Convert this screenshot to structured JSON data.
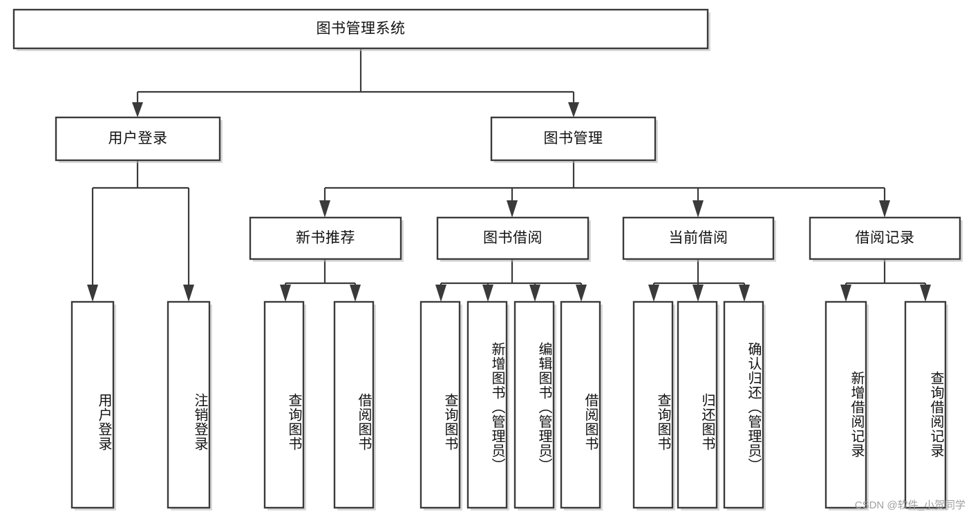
{
  "diagram": {
    "type": "tree-hierarchy",
    "title": "图书管理系统",
    "watermark": "CSDN @软件_小贺同学",
    "colors": {
      "box_stroke": "#3a3a3a",
      "box_fill": "#ffffff",
      "text": "#111111",
      "watermark": "#a0a0a0",
      "background": "#ffffff"
    },
    "nodes": {
      "root": {
        "label": "图书管理系统",
        "level": 1,
        "orientation": "horizontal"
      },
      "user_login": {
        "label": "用户登录",
        "level": 2,
        "orientation": "horizontal"
      },
      "book_manage": {
        "label": "图书管理",
        "level": 2,
        "orientation": "horizontal"
      },
      "new_book_rec": {
        "label": "新书推荐",
        "level": 3,
        "orientation": "horizontal"
      },
      "book_borrow": {
        "label": "图书借阅",
        "level": 3,
        "orientation": "horizontal"
      },
      "current_borrow": {
        "label": "当前借阅",
        "level": 3,
        "orientation": "horizontal"
      },
      "borrow_record": {
        "label": "借阅记录",
        "level": 3,
        "orientation": "horizontal"
      },
      "leaf_user_login": {
        "label": "用户登录",
        "level": 4,
        "orientation": "vertical"
      },
      "leaf_logout": {
        "label": "注销登录",
        "level": 4,
        "orientation": "vertical"
      },
      "leaf_query_book_1": {
        "label": "查询图书",
        "level": 4,
        "orientation": "vertical"
      },
      "leaf_borrow_book_1": {
        "label": "借阅图书",
        "level": 4,
        "orientation": "vertical"
      },
      "leaf_query_book_2": {
        "label": "查询图书",
        "level": 4,
        "orientation": "vertical"
      },
      "leaf_add_book": {
        "label": "新增图书（管理员）",
        "level": 4,
        "orientation": "vertical"
      },
      "leaf_edit_book": {
        "label": "编辑图书（管理员）",
        "level": 4,
        "orientation": "vertical"
      },
      "leaf_borrow_book_2": {
        "label": "借阅图书",
        "level": 4,
        "orientation": "vertical"
      },
      "leaf_query_book_3": {
        "label": "查询图书",
        "level": 4,
        "orientation": "vertical"
      },
      "leaf_return_book": {
        "label": "归还图书",
        "level": 4,
        "orientation": "vertical"
      },
      "leaf_confirm_return": {
        "label": "确认归还（管理员）",
        "level": 4,
        "orientation": "vertical"
      },
      "leaf_add_record": {
        "label": "新增借阅记录",
        "level": 4,
        "orientation": "vertical"
      },
      "leaf_query_record": {
        "label": "查询借阅记录",
        "level": 4,
        "orientation": "vertical"
      }
    },
    "edges": [
      {
        "from": "root",
        "to": "user_login"
      },
      {
        "from": "root",
        "to": "book_manage"
      },
      {
        "from": "book_manage",
        "to": "new_book_rec"
      },
      {
        "from": "book_manage",
        "to": "book_borrow"
      },
      {
        "from": "book_manage",
        "to": "current_borrow"
      },
      {
        "from": "book_manage",
        "to": "borrow_record"
      },
      {
        "from": "user_login",
        "to": "leaf_user_login"
      },
      {
        "from": "user_login",
        "to": "leaf_logout"
      },
      {
        "from": "new_book_rec",
        "to": "leaf_query_book_1"
      },
      {
        "from": "new_book_rec",
        "to": "leaf_borrow_book_1"
      },
      {
        "from": "book_borrow",
        "to": "leaf_query_book_2"
      },
      {
        "from": "book_borrow",
        "to": "leaf_add_book"
      },
      {
        "from": "book_borrow",
        "to": "leaf_edit_book"
      },
      {
        "from": "book_borrow",
        "to": "leaf_borrow_book_2"
      },
      {
        "from": "current_borrow",
        "to": "leaf_query_book_3"
      },
      {
        "from": "current_borrow",
        "to": "leaf_return_book"
      },
      {
        "from": "current_borrow",
        "to": "leaf_confirm_return"
      },
      {
        "from": "borrow_record",
        "to": "leaf_add_record"
      },
      {
        "from": "borrow_record",
        "to": "leaf_query_record"
      }
    ]
  }
}
